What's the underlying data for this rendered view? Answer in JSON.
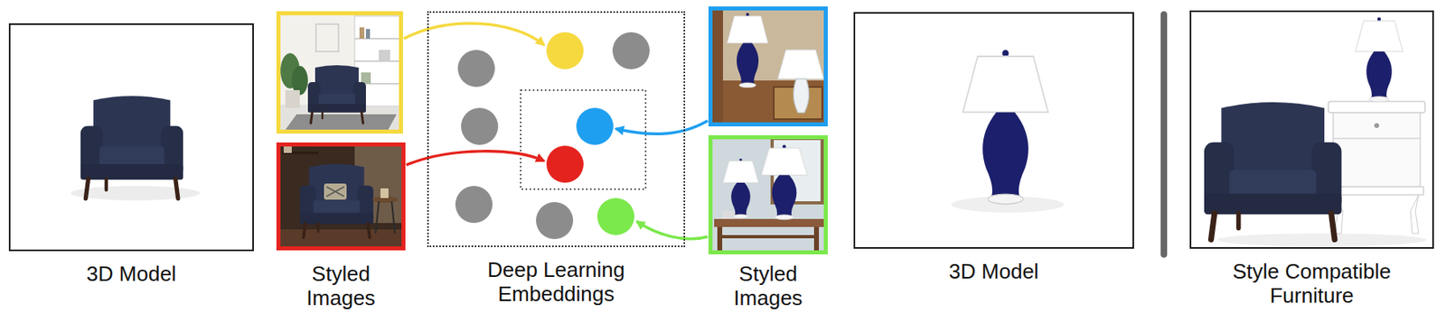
{
  "diagram": {
    "nodes": [
      {
        "text": [
          "3D Model"
        ]
      },
      {
        "text": [
          "Deep Learning Embeddings"
        ]
      },
      {
        "text": [
          "3D Model"
        ]
      },
      {
        "text": [
          "Style Compatible Furniture"
        ]
      }
    ],
    "labels": [
      "Styled Images",
      "Styled Images"
    ]
  }
}
